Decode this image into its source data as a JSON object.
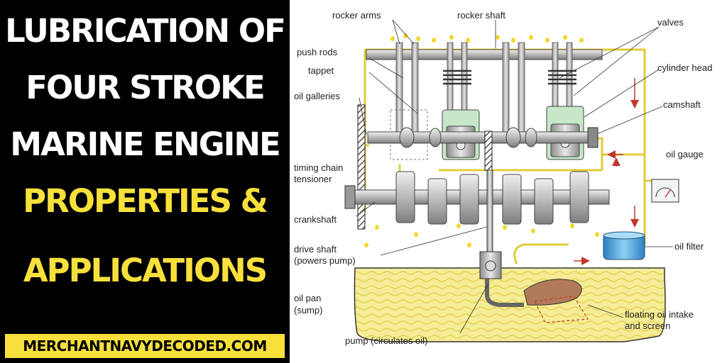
{
  "title": {
    "line1": "LUBRICATION OF",
    "line2": "FOUR STROKE",
    "line3": "MARINE ENGINE",
    "line4": "PROPERTIES &",
    "line5": "APPLICATIONS"
  },
  "website": "MERCHANTNAVYDECODED.COM",
  "colors": {
    "accent": "#f7e03b",
    "oil": "#f3e889",
    "metal": "#c8c8c8",
    "background_left": "#000000"
  },
  "labels": {
    "rocker_arms": "rocker arms",
    "rocker_shaft": "rocker shaft",
    "valves": "valves",
    "push_rods": "push rods",
    "tappet": "tappet",
    "cylinder_head": "cylinder head",
    "oil_galleries": "oil galleries",
    "camshaft": "camshaft",
    "oil_gauge": "oil gauge",
    "timing_chain_1": "timing chain",
    "timing_chain_2": "tensioner",
    "crankshaft": "crankshaft",
    "oil_filter": "oil filter",
    "drive_shaft_1": "drive shaft",
    "drive_shaft_2": "(powers pump)",
    "oil_pan_1": "oil pan",
    "oil_pan_2": "(sump)",
    "floating_1": "floating oil intake",
    "floating_2": "and screen",
    "pump": "pump (circulates oil)"
  }
}
